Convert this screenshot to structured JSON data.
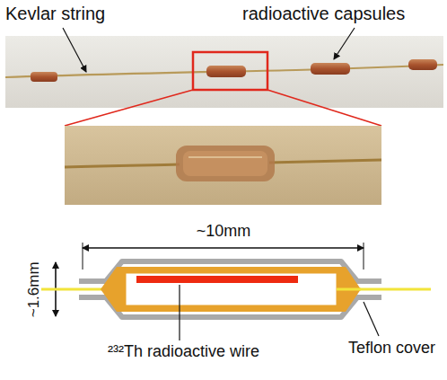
{
  "diagram": {
    "labels": [
      "Kevlar string",
      "radioactive capsules",
      "~10mm",
      "~1.6mm",
      "²³²Th radioactive wire",
      "Teflon cover"
    ]
  }
}
